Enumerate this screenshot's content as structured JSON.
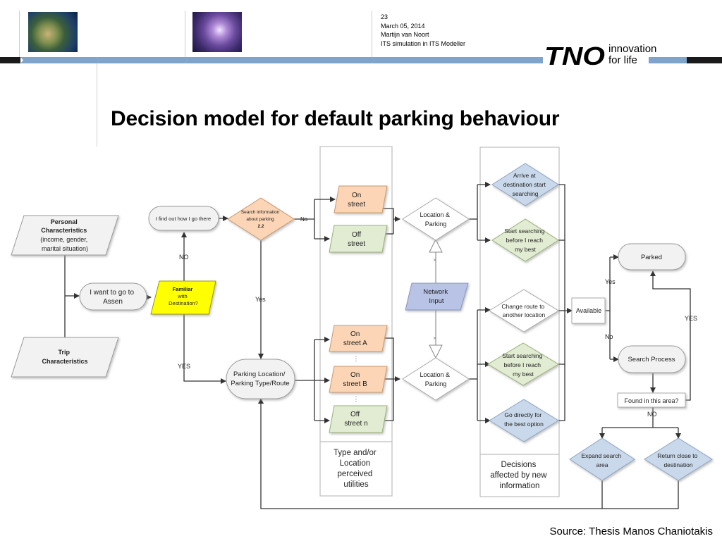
{
  "header": {
    "slide_number": "23",
    "date": "March 05, 2014",
    "author": "Martijn van Noort",
    "subtitle": "ITS simulation in ITS Modeller",
    "logo_text": "TNO",
    "tagline_line1": "innovation",
    "tagline_line2": "for life"
  },
  "title": "Decision model for default parking behaviour",
  "source": "Source: Thesis Manos Chaniotakis",
  "colors": {
    "header_bar_blue": "#7fa3c9",
    "orange_fill": "#fbd5b5",
    "green_fill": "#e2ecd2",
    "blue_fill": "#c9d8ea",
    "yellow_fill": "#ffff00",
    "lavender_fill": "#b8c3e6",
    "grey_fill": "#f2f2f2"
  },
  "diagram": {
    "personal_characteristics": [
      "Personal",
      "Characteristics",
      "(income, gender,",
      "marital situation)"
    ],
    "trip_characteristics": [
      "Trip",
      "Characteristics"
    ],
    "i_want_to_go": [
      "I want to go to",
      "Assen"
    ],
    "familiar": [
      "Familiar",
      "with",
      "Destination?"
    ],
    "i_find_out": "I find out how I go there",
    "search_information": [
      "Search information",
      "about parking",
      "2.2"
    ],
    "no_label_1": "NO",
    "no_label_2": "No",
    "yes_label_1": "Yes",
    "yes_label_2": "YES",
    "parking_location": [
      "Parking Location/",
      "Parking  Type/Route"
    ],
    "on_street": [
      "On",
      "street"
    ],
    "off_street": [
      "Off",
      "street"
    ],
    "on_street_a": [
      "On",
      "street A"
    ],
    "on_street_b": [
      "On",
      "street B"
    ],
    "off_street_n": [
      "Off",
      "street n"
    ],
    "ellipsis": "⋮",
    "location_parking_1": [
      "Location &",
      "Parking"
    ],
    "location_parking_2": [
      "Location &",
      "Parking"
    ],
    "network_input": [
      "Network",
      "Input"
    ],
    "column_label_1": [
      "Type and/or",
      "Location",
      "perceived",
      "utilities"
    ],
    "column_label_2": [
      "Decisions",
      "affected by new",
      "information"
    ],
    "arrive_at_destination": [
      "Arrive at",
      "destination start",
      "searching"
    ],
    "start_searching_1": [
      "Start searching",
      "before I reach",
      "my best"
    ],
    "change_route": [
      "Change route to",
      "another location"
    ],
    "start_searching_2": [
      "Start searching",
      "before I reach",
      "my best"
    ],
    "go_directly": [
      "Go directly for",
      "the best option"
    ],
    "available": "Available",
    "yes_label_3": "Yes",
    "no_label_3": "No",
    "parked": "Parked",
    "search_process": "Search Process",
    "found_in_area": "Found in this area?",
    "yes_label_4": "YES",
    "no_label_4": "NO",
    "expand_search": [
      "Expand search",
      "area"
    ],
    "return_close": [
      "Return close to",
      "destination"
    ],
    "x_mark": "×"
  }
}
